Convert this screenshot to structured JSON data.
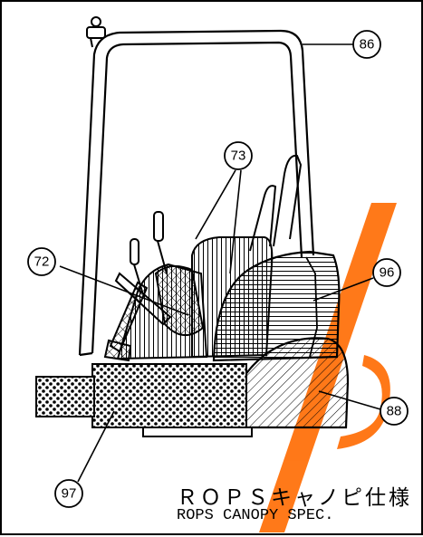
{
  "figure": {
    "callouts": [
      "86",
      "73",
      "72",
      "96",
      "88",
      "97"
    ],
    "caption_jp": "ＲＯＰＳキャノピ仕様",
    "caption_en": "ROPS CANOPY SPEC."
  },
  "colors": {
    "line": "#000000",
    "watermark": "#ff6a00",
    "background": "#ffffff"
  }
}
